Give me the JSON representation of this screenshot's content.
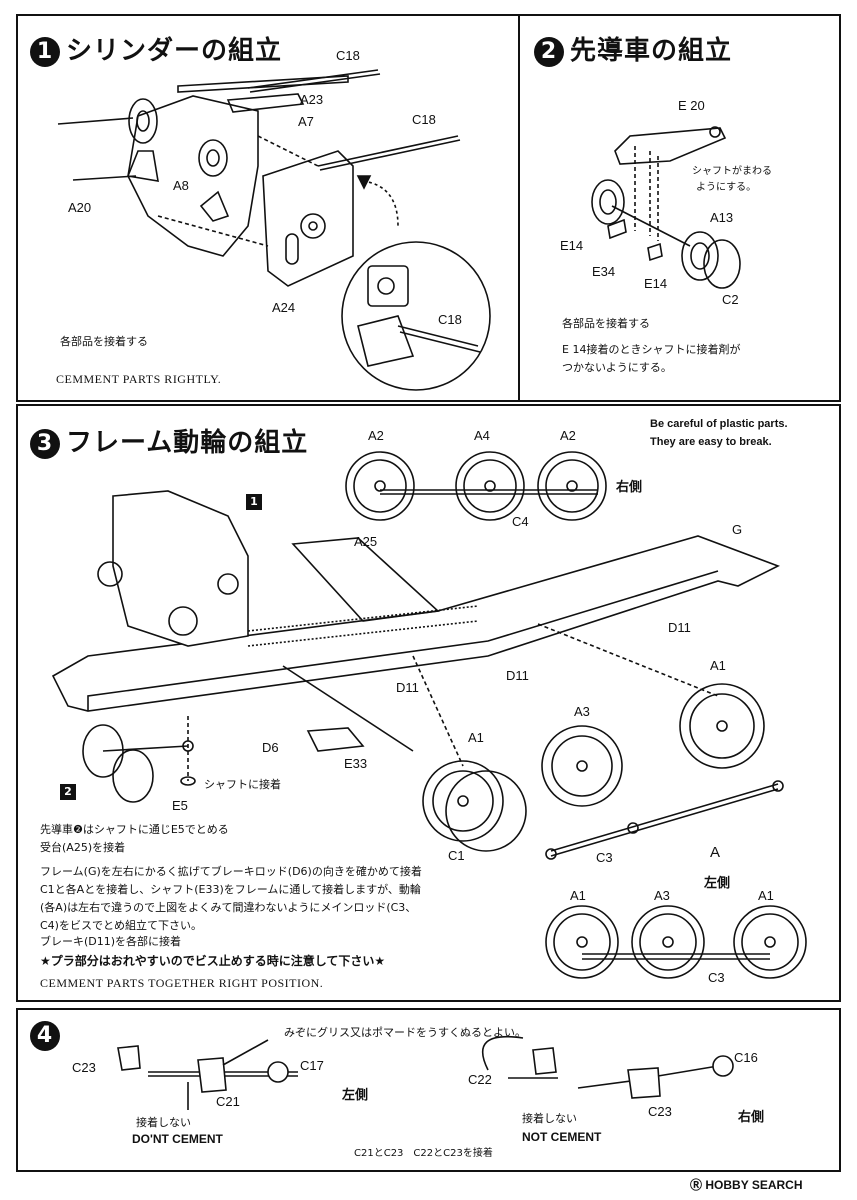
{
  "step1": {
    "number": "1",
    "title": "シリンダーの組立",
    "parts": {
      "c18_top": "C18",
      "a23": "A23",
      "a7": "A7",
      "c18_mid": "C18",
      "a8": "A8",
      "a20": "A20",
      "a24": "A24",
      "c18_detail": "C18"
    },
    "note_jp": "各部品を接着する",
    "note_en": "CEMMENT PARTS RIGHTLY."
  },
  "step2": {
    "number": "2",
    "title": "先導車の組立",
    "parts": {
      "e20": "E 20",
      "a13": "A13",
      "e14_left": "E14",
      "e34": "E34",
      "e14_bottom": "E14",
      "c2": "C2"
    },
    "shaft_note": [
      "シャフトがまわる",
      "ようにする。"
    ],
    "note1": "各部品を接着する",
    "note2": [
      "E 14接着のときシャフトに接着剤が",
      "つかないようにする。"
    ]
  },
  "step3": {
    "number": "3",
    "title": "フレーム動輪の組立",
    "warning_en": [
      "Be careful of plastic parts.",
      "They are easy to break."
    ],
    "right_side": {
      "label": "右側",
      "wheels": [
        "A2",
        "A4",
        "A2"
      ],
      "rod": "C4"
    },
    "left_side": {
      "label": "左側",
      "wheels": [
        "A1",
        "A3",
        "A1"
      ],
      "rod": "C3"
    },
    "parts": {
      "box1": "1",
      "a25": "A25",
      "g": "G",
      "d11_a": "D11",
      "d11_b": "D11",
      "d11_c": "D11",
      "a1_right": "A1",
      "a3": "A3",
      "a1_left": "A1",
      "d6": "D6",
      "e33": "E33",
      "c1": "C1",
      "c3": "C3",
      "a": "A",
      "box2": "2",
      "e5": "E5"
    },
    "shaft_glue": "シャフトに接着",
    "left_label": "左側",
    "notes": [
      "先導車❷はシャフトに通じE5でとめる",
      "受台(A25)を接着",
      "フレーム(G)を左右にかるく拡げてブレーキロッド(D6)の向きを確かめて接着",
      "C1と各Aとを接着し、シャフト(E33)をフレームに通して接着しますが、動輪",
      "(各A)は左右で違うので上図をよくみて間違わないようにメインロッド(C3、",
      "C4)をビスでとめ組立て下さい。",
      "ブレーキ(D11)を各部に接着"
    ],
    "caution": "★プラ部分はおれやすいのでビス止めする時に注意して下さい★",
    "note_en": "CEMMENT PARTS TOGETHER RIGHT POSITION."
  },
  "step4": {
    "number": "4",
    "grease_note": "みぞにグリス又はポマードをうすくぬるとよい。",
    "left": {
      "parts": [
        "C23",
        "C17",
        "C21"
      ],
      "side": "左側",
      "nocement_jp": "接着しない",
      "nocement_en": "DO'NT CEMENT"
    },
    "right": {
      "parts": [
        "C22",
        "C16",
        "C23"
      ],
      "side": "右側",
      "nocement_jp": "接着しない",
      "nocement_en": "NOT CEMENT"
    },
    "pair_note": "C21とC23　C22とC23を接着"
  },
  "footer": {
    "brand": "HOBBY SEARCH",
    "mark": "Ⓡ"
  }
}
